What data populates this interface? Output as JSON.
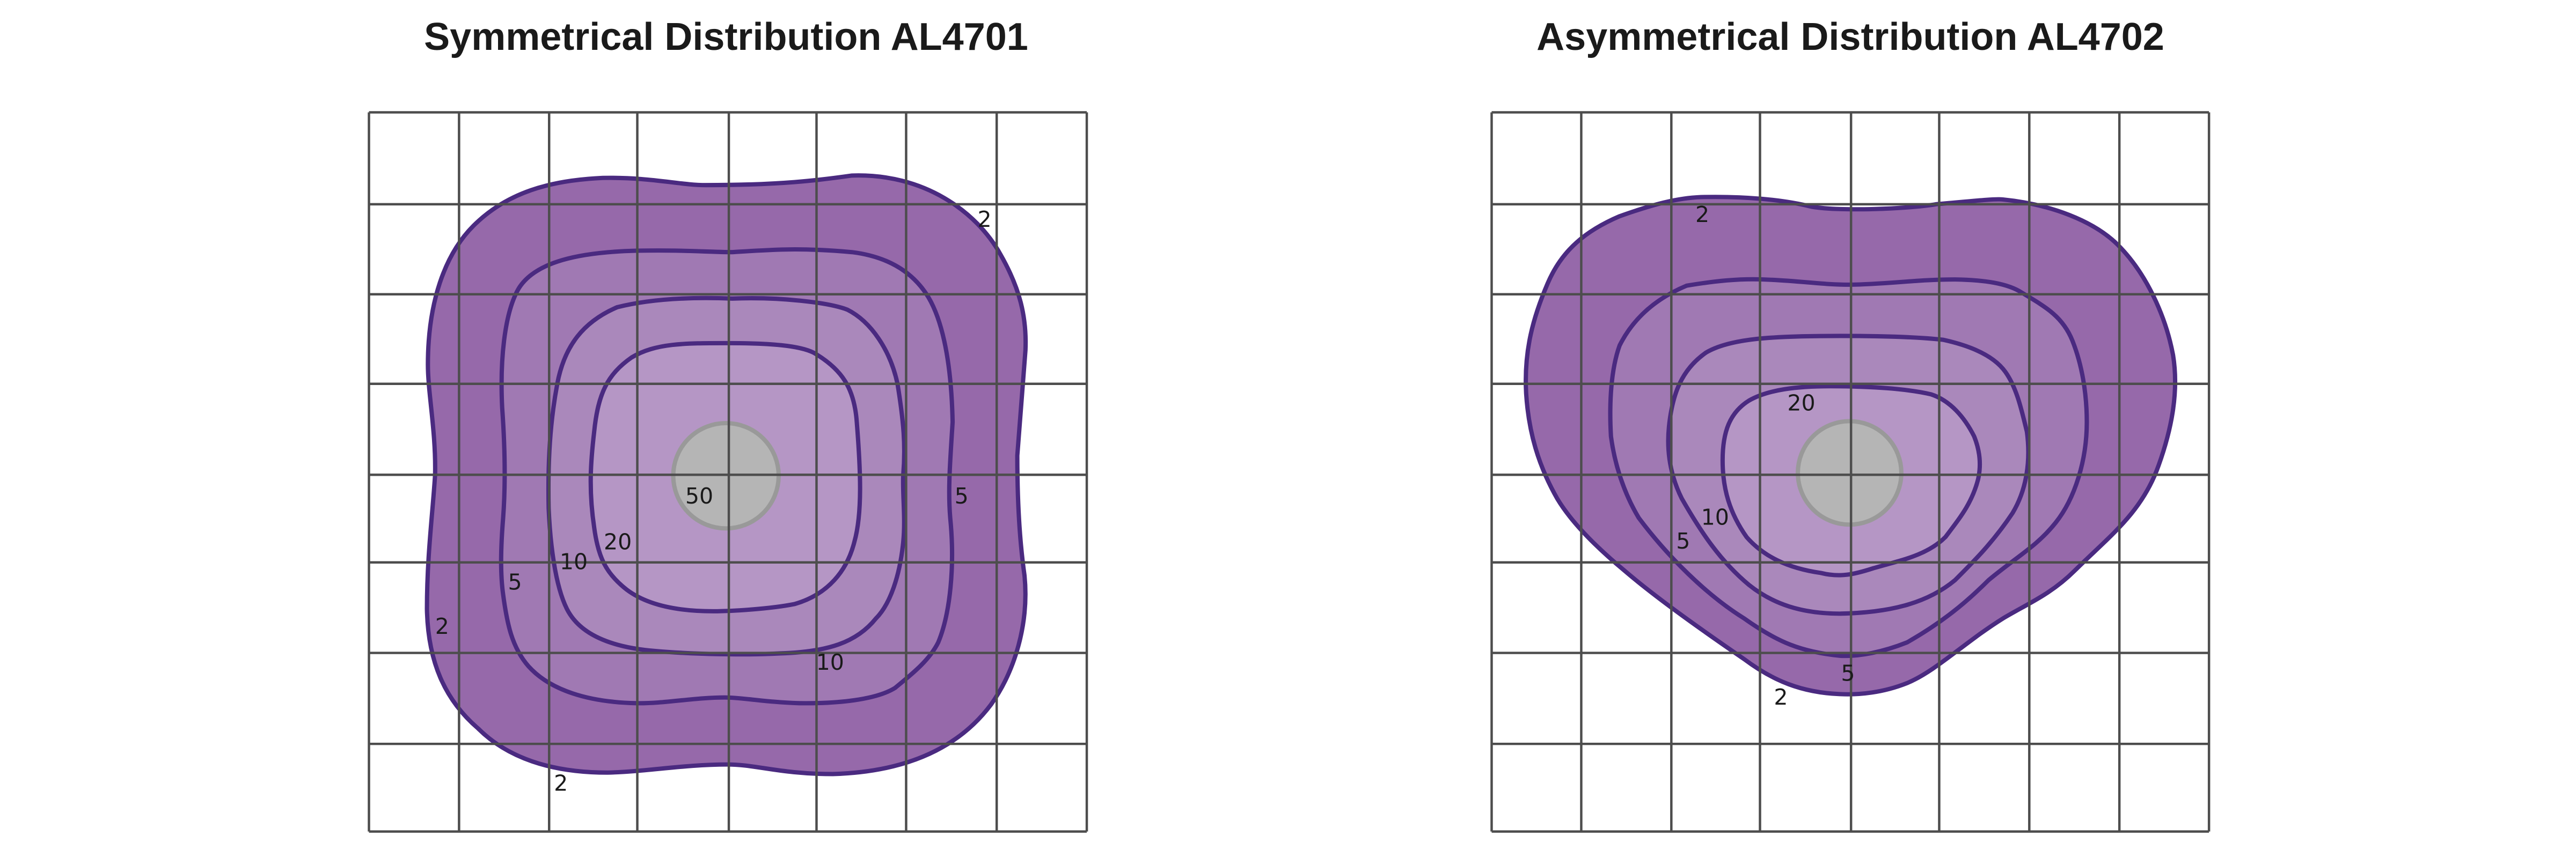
{
  "chart_data": [
    {
      "type": "contour",
      "title": "Symmetrical Distribution AL4701",
      "grid": {
        "columns": 8,
        "rows": 8
      },
      "levels": [
        2,
        5,
        10,
        20,
        50
      ],
      "labels": [
        "2",
        "5",
        "50",
        "20",
        "10",
        "5",
        "2",
        "10",
        "2"
      ]
    },
    {
      "type": "contour",
      "title": "Asymmetrical Distribution AL4702",
      "grid": {
        "columns": 8,
        "rows": 8
      },
      "levels": [
        2,
        5,
        10,
        20
      ],
      "labels": [
        "2",
        "20",
        "10",
        "5",
        "5",
        "2"
      ]
    }
  ],
  "colors": {
    "level_2": "#9669aa",
    "level_5": "#a079b3",
    "level_10": "#aa88bb",
    "level_20": "#b596c5",
    "contour_stroke": "#4a2a80",
    "center": "#b5b5b5"
  }
}
